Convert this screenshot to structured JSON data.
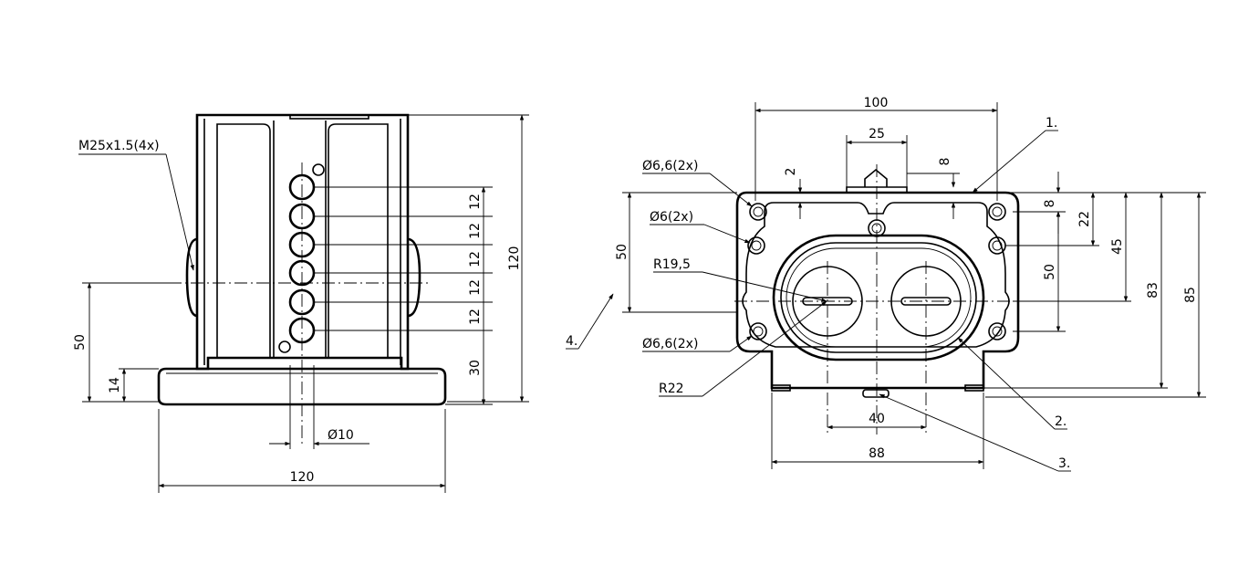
{
  "left_view": {
    "thread_label": "M25x1.5(4x)",
    "pitch_labels": [
      "12",
      "12",
      "12",
      "12",
      "12"
    ],
    "dim_bottom_hole": "30",
    "dim_height_total": "120",
    "dim_axis_height": "50",
    "dim_base_height": "14",
    "hole_diameter": "Ø10",
    "dim_base_width": "120"
  },
  "right_view": {
    "dim_overall_width": "100",
    "dim_top_width": "25",
    "dim_2": "2",
    "dim_8_top": "8",
    "callout_1": "1.",
    "callout_2": "2.",
    "callout_3": "3.",
    "callout_4": "4.",
    "hole_top": "Ø6,6(2x)",
    "hole_mid": "Ø6(2x)",
    "radius_small": "R19,5",
    "hole_bottom": "Ø6,6(2x)",
    "radius_large": "R22",
    "dim_left_50": "50",
    "dim_right_8": "8",
    "dim_right_22": "22",
    "dim_right_50": "50",
    "dim_right_45": "45",
    "dim_right_83": "83",
    "dim_right_85": "85",
    "dim_40": "40",
    "dim_88": "88"
  }
}
